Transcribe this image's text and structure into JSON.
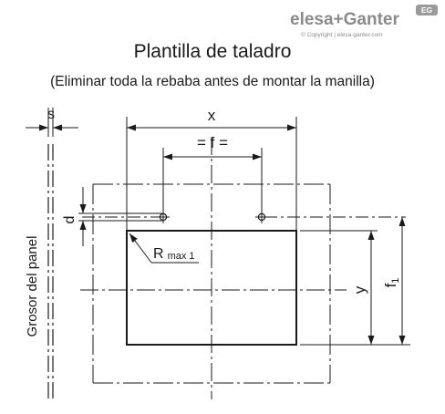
{
  "brand": {
    "name": "elesa+Ganter",
    "copyright": "© Copyright | elesa-ganter.com",
    "badge": "EG"
  },
  "title": "Plantilla de taladro",
  "subtitle": "(Eliminar toda la rebaba antes de montar la manilla)",
  "labels": {
    "panel_thickness": "s",
    "width": "x",
    "hole_spacing": "= f =",
    "hole_diameter": "d",
    "radius": "R",
    "radius_sub": "max 1",
    "height": "y",
    "offset": "f",
    "offset_sub": "1",
    "panel_label": "Grosor del panel"
  },
  "colors": {
    "line": "#1a1a1a",
    "brand_gray": "#8a8a8a"
  }
}
